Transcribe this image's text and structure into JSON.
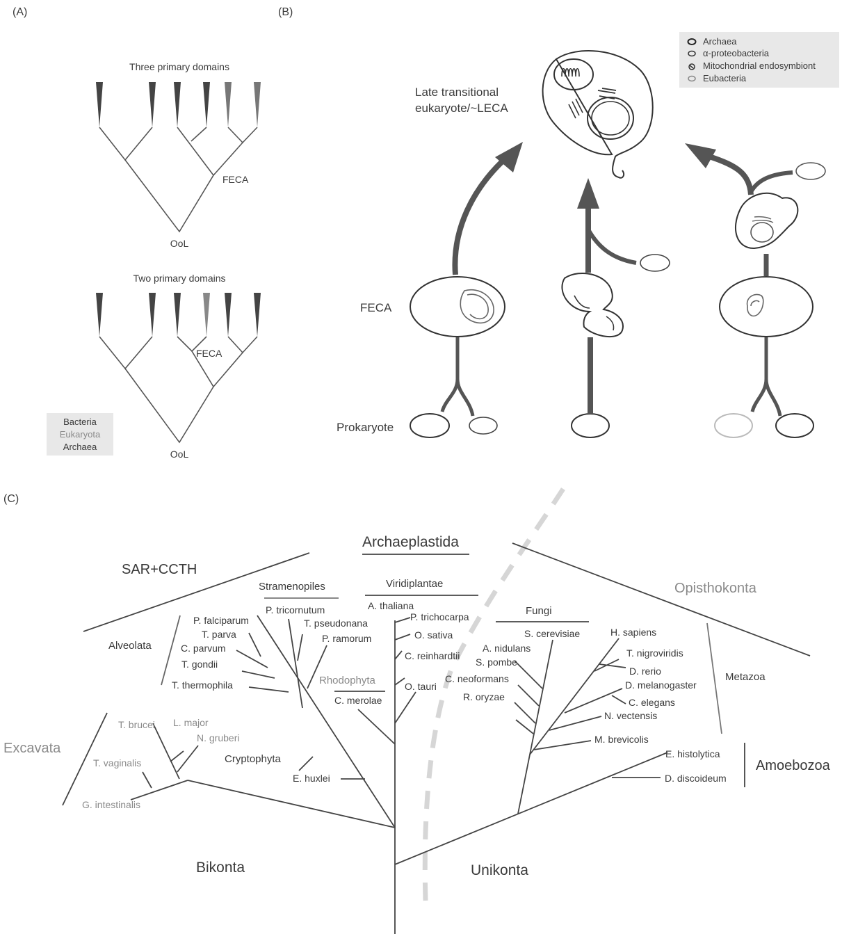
{
  "panel_a": {
    "label": "(A)",
    "top_title": "Three primary domains",
    "top_feca": "FECA",
    "top_ool": "OoL",
    "bottom_title": "Two primary domains",
    "bottom_feca": "FECA",
    "bottom_ool": "OoL",
    "legend": [
      "Bacteria",
      "Eukaryota",
      "Archaea"
    ]
  },
  "panel_b": {
    "label": "(B)",
    "late_label_1": "Late transitional",
    "late_label_2": "eukaryote/~LECA",
    "feca_label": "FECA",
    "prokaryote_label": "Prokaryote",
    "legend": [
      "Archaea",
      "α-proteobacteria",
      "Mitochondrial endosymbiont",
      "Eubacteria"
    ]
  },
  "panel_c": {
    "label": "(C)",
    "archaeplastida": "Archaeplastida",
    "sar": "SAR+CCTH",
    "stramenopiles": "Stramenopiles",
    "viridiplantae": "Viridiplantae",
    "opisthokonta": "Opisthokonta",
    "fungi": "Fungi",
    "alveolata": "Alveolata",
    "rhodophyta": "Rhodophyta",
    "metazoa": "Metazoa",
    "excavata": "Excavata",
    "cryptophyta": "Cryptophyta",
    "amoebozoa": "Amoebozoa",
    "bikonta": "Bikonta",
    "unikonta": "Unikonta",
    "taxa": {
      "p_falciparum": "P. falciparum",
      "t_parva": "T. parva",
      "c_parvum": "C. parvum",
      "t_gondii": "T. gondii",
      "t_thermophila": "T. thermophila",
      "p_tricornutum": "P. tricornutum",
      "t_pseudonana": "T. pseudonana",
      "p_ramorum": "P. ramorum",
      "a_thaliana": "A. thaliana",
      "p_trichocarpa": "P. trichocarpa",
      "o_sativa": "O. sativa",
      "c_reinhardtii": "C. reinhardtii",
      "o_tauri": "O. tauri",
      "c_merolae": "C. merolae",
      "s_cerevisiae": "S. cerevisiae",
      "a_nidulans": "A. nidulans",
      "s_pombe": "S. pombe",
      "c_neoformans": "C. neoformans",
      "r_oryzae": "R. oryzae",
      "h_sapiens": "H. sapiens",
      "t_nigroviridis": "T. nigroviridis",
      "d_rerio": "D. rerio",
      "d_melanogaster": "D. melanogaster",
      "c_elegans": "C. elegans",
      "n_vectensis": "N. vectensis",
      "m_brevicolis": "M. brevicolis",
      "e_histolytica": "E. histolytica",
      "d_discoideum": "D. discoideum",
      "t_brucei": "T. brucei",
      "l_major": "L. major",
      "n_gruberi": "N. gruberi",
      "t_vaginalis": "T. vaginalis",
      "g_intestinalis": "G. intestinalis",
      "e_huxlei": "E. huxlei"
    }
  }
}
